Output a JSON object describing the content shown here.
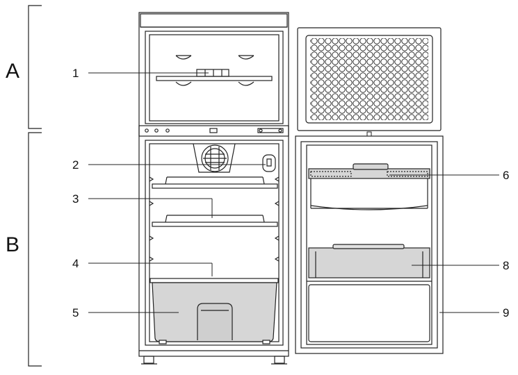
{
  "sections": {
    "A": "A",
    "B": "B"
  },
  "callouts": {
    "c1": "1",
    "c2": "2",
    "c3": "3",
    "c4": "4",
    "c5": "5",
    "c6": "6",
    "c8": "8",
    "c9": "9"
  },
  "colors": {
    "line": "#222222",
    "fill_grey": "#d6d6d6",
    "panel": "#ffffff"
  }
}
